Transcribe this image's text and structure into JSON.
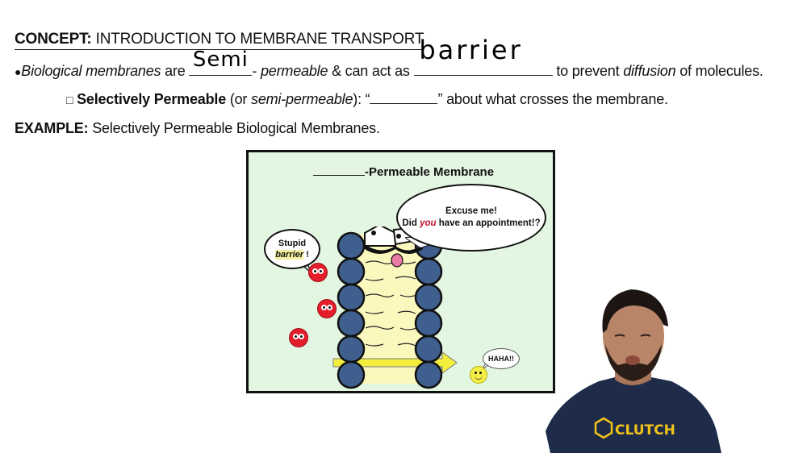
{
  "header": {
    "concept_label": "CONCEPT:",
    "concept_title": "INTRODUCTION TO MEMBRANE TRANSPORT"
  },
  "bullet1": {
    "bullet": "●",
    "part1": "Biological membranes",
    "part2": " are ",
    "blank1_handwritten": "Semi",
    "part3": "- ",
    "part4": "permeable",
    "part5": " & can act as ",
    "blank2_handwritten": "barrier",
    "part6": " to prevent ",
    "part7": "diffusion",
    "part8": " of molecules."
  },
  "sub_bullet": {
    "checkbox": "□",
    "bold": "Selectively Permeable",
    "part1": " (or ",
    "italic": "semi-permeable",
    "part2": "): “",
    "blank": "",
    "part3": "” about what crosses the membrane."
  },
  "example": {
    "label": "EXAMPLE:",
    "text": " Selectively Permeable Biological Membranes."
  },
  "diagram": {
    "title_suffix": "-Permeable Membrane",
    "membrane_bubble_line1": "Excuse me!",
    "membrane_bubble_line2_pre": "Did ",
    "membrane_bubble_line2_em": "you",
    "membrane_bubble_line2_post": " have an appointment!?",
    "molecule_bubble_line1": "Stupid",
    "molecule_bubble_line2_em": "barrier",
    "molecule_bubble_line2_post": " !",
    "small_molecule_bubble": "HAHA!!",
    "colors": {
      "panel_bg": "#e3f6e1",
      "head_group": "#3f5f8f",
      "tail_region": "#fbf8be",
      "blocked_molecule": "#e41d2a",
      "passing_molecule": "#f4ee45",
      "arrow": "#f3ef3c"
    }
  },
  "presenter": {
    "shirt_logo_text": "CLUTCH",
    "shirt_color": "#1e2c4a",
    "logo_color": "#f2c318"
  }
}
